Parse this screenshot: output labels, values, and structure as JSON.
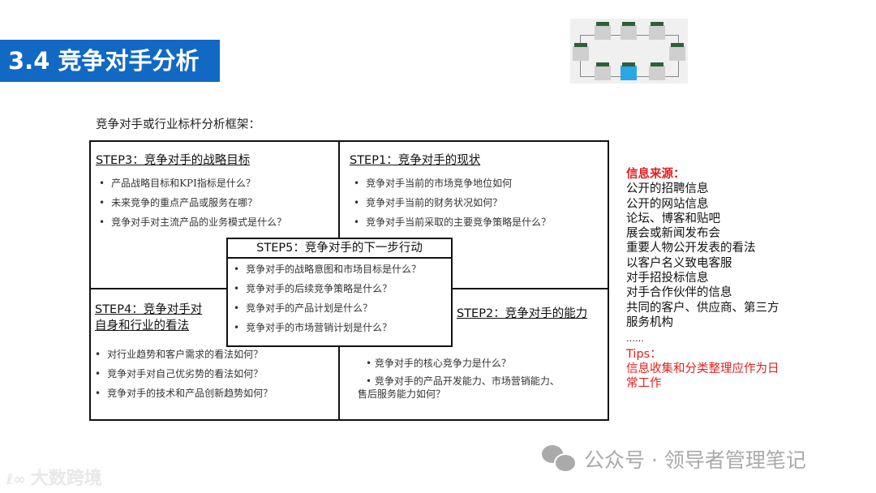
{
  "header": {
    "title": "3.4 竞争对手分析",
    "accent_color": "#1269c4"
  },
  "thumbnail": {
    "description": "STEP cycle diagram thumbnail",
    "highlight_color": "#2aa7e6"
  },
  "subtitle": "竞争对手或行业标杆分析框架：",
  "steps": {
    "step3": {
      "title": "STEP3：竞争对手的战略目标",
      "items": [
        "产品战略目标和KPI指标是什么？",
        "未来竞争的重点产品或服务在哪？",
        "竞争对手对主流产品的业务模式是什么？"
      ]
    },
    "step1": {
      "title": "STEP1：竞争对手的现状",
      "items": [
        "竞争对手当前的市场竞争地位如何",
        "竞争对手当前的财务状况如何？",
        "竞争对手当前采取的主要竞争策略是什么？"
      ]
    },
    "step5": {
      "title": "STEP5：竞争对手的下一步行动",
      "items": [
        "竞争对手的战略意图和市场目标是什么？",
        "竞争对手的后续竞争策略是什么？",
        "竞争对手的产品计划是什么？",
        "竞争对手的市场营销计划是什么？"
      ]
    },
    "step4": {
      "title_line1": "STEP4：竞争对手对",
      "title_line2": "自身和行业的看法",
      "items": [
        "对行业趋势和客户需求的看法如何？",
        "竞争对手对自己优劣势的看法如何？",
        "竞争对手的技术和产品创新趋势如何？"
      ]
    },
    "step2": {
      "title": "STEP2：竞争对手的能力",
      "items": [
        "• 竞争对手的核心竞争力是什么？",
        "• 竞争对手的产品开发能力、市场营销能力、",
        "售后服务能力如何？"
      ]
    }
  },
  "info": {
    "heading": "信息来源：",
    "items": [
      "公开的招聘信息",
      "公开的网站信息",
      "论坛、博客和贴吧",
      "展会或新闻发布会",
      "重要人物公开发表的看法",
      "以客户名义致电客服",
      "对手招投标信息",
      "对手合作伙伴的信息",
      "共同的客户、供应商、第三方",
      "服务机构",
      "……"
    ],
    "tips_label": "Tips：",
    "tips_line1": "信息收集和分类整理应作为日",
    "tips_line2": "常工作",
    "red_color": "#e02020"
  },
  "watermarks": {
    "wechat": "公众号 · 领导者管理笔记",
    "logo": "大数跨境"
  }
}
